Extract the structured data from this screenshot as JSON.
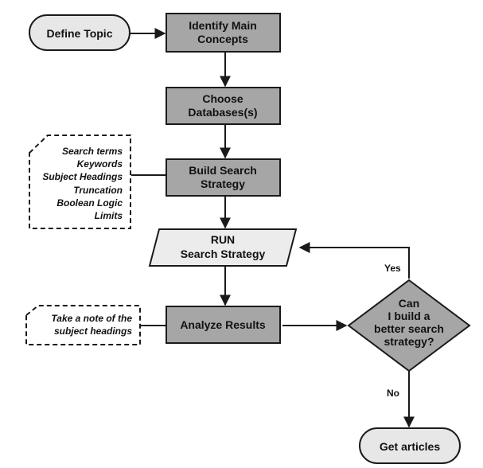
{
  "nodes": {
    "define_topic": "Define Topic",
    "identify": [
      "Identify Main",
      "Concepts"
    ],
    "choose": [
      "Choose",
      "Databases(s)"
    ],
    "build": [
      "Build Search",
      "Strategy"
    ],
    "run": [
      "RUN",
      "Search Strategy"
    ],
    "analyze": "Analyze Results",
    "decision": [
      "Can",
      "I build a",
      "better search",
      "strategy?"
    ],
    "get_articles": "Get articles"
  },
  "notes": {
    "search_terms": [
      "Search terms",
      "Keywords",
      "Subject Headings",
      "Truncation",
      "Boolean Logic",
      "Limits"
    ],
    "subject_headings": [
      "Take a note of the",
      "subject headings"
    ]
  },
  "edges": {
    "yes": "Yes",
    "no": "No"
  },
  "colors": {
    "process_fill": "#a6a6a6",
    "terminal_fill": "#e7e7e7",
    "io_fill": "#ececec",
    "stroke": "#1a1a1a"
  }
}
